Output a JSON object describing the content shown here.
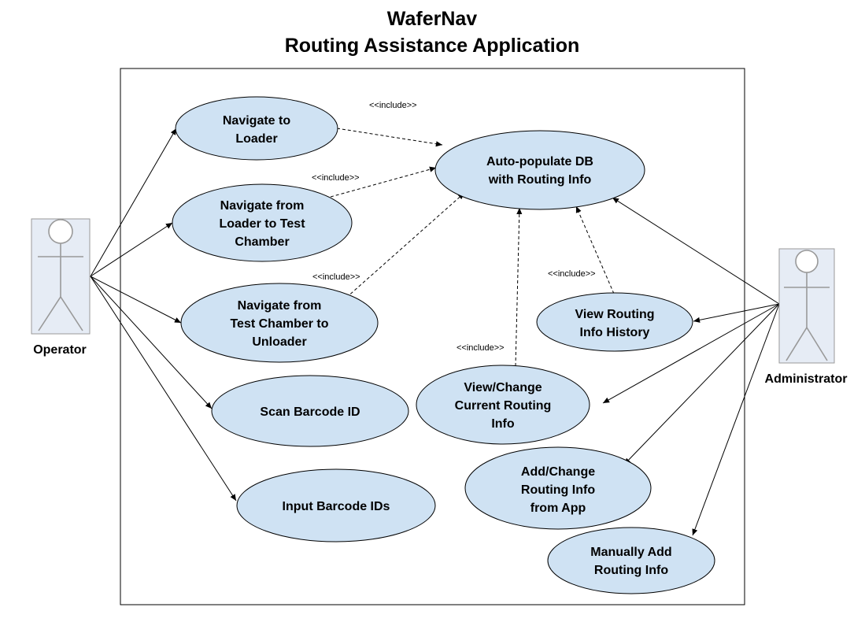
{
  "title": {
    "line1": "WaferNav",
    "line2": "Routing Assistance Application"
  },
  "actors": {
    "operator": "Operator",
    "administrator": "Administrator"
  },
  "use_cases": {
    "navigate_to_loader": [
      "Navigate to",
      "Loader"
    ],
    "navigate_loader_to_test": [
      "Navigate from",
      "Loader to Test",
      "Chamber"
    ],
    "navigate_test_to_unloader": [
      "Navigate from",
      "Test Chamber to",
      "Unloader"
    ],
    "scan_barcode": [
      "Scan Barcode ID"
    ],
    "input_barcodes": [
      "Input Barcode IDs"
    ],
    "auto_populate": [
      "Auto-populate DB",
      "with Routing Info"
    ],
    "view_history": [
      "View Routing",
      "Info History"
    ],
    "view_change_current": [
      "View/Change",
      "Current Routing",
      "Info"
    ],
    "add_change_app": [
      "Add/Change",
      "Routing Info",
      "from App"
    ],
    "manually_add": [
      "Manually Add",
      "Routing Info"
    ]
  },
  "include_label": "<<include>>",
  "colors": {
    "usecase_fill": "#cfe2f3",
    "actor_fill": "#e6ecf5",
    "stroke": "#000000"
  }
}
